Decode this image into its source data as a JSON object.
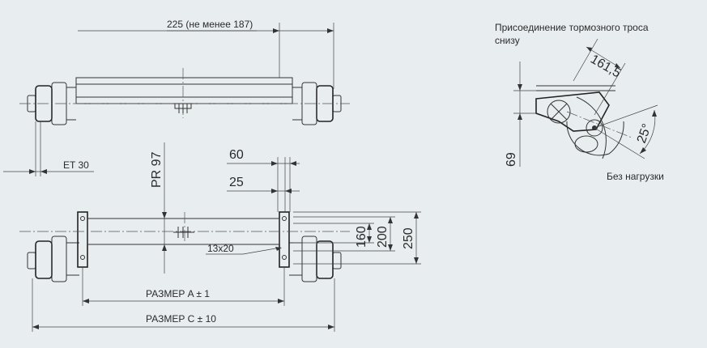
{
  "top_view": {
    "dim_flange": "225 (не менее 187)",
    "dim_et": "ET 30"
  },
  "front_view": {
    "dim_pr": "PR 97",
    "dim_60": "60",
    "dim_25": "25",
    "dim_160": "160",
    "dim_200": "200",
    "dim_250": "250",
    "dim_hole": "13x20",
    "dim_a": "РАЗМЕР A ± 1",
    "dim_c": "РАЗМЕР C ± 10"
  },
  "detail_view": {
    "title_line1": "Присоединение тормозного троса",
    "title_line2": "снизу",
    "dim_161": "161,5",
    "dim_25deg": "25°",
    "dim_69": "69",
    "caption": "Без нагрузки"
  },
  "colors": {
    "background": "#e8eef0",
    "line": "#333333"
  }
}
